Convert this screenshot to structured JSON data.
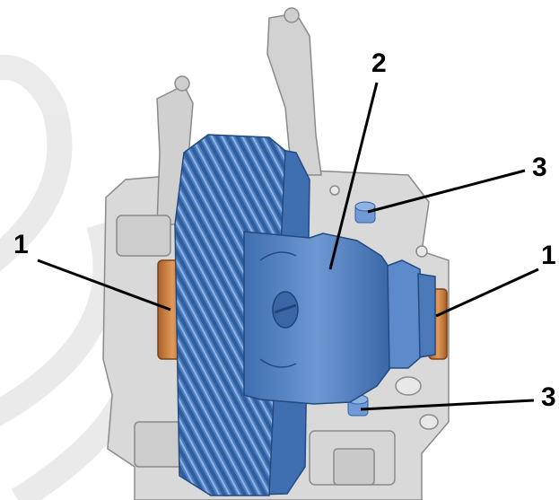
{
  "callouts": {
    "bearing_left": "1",
    "differential_housing": "2",
    "stud_top": "3",
    "bearing_right": "1",
    "stud_bottom": "3"
  },
  "colors": {
    "housing_gray": "#d9d9d9",
    "housing_stroke": "#8a8a8a",
    "gear_blue": "#4f7fc0",
    "gear_blue_dark": "#2f5e9e",
    "gear_blue_light": "#8fb2e0",
    "bearing_orange": "#c77a3a",
    "leader_black": "#000000",
    "watermark": "#e6e6e6"
  }
}
